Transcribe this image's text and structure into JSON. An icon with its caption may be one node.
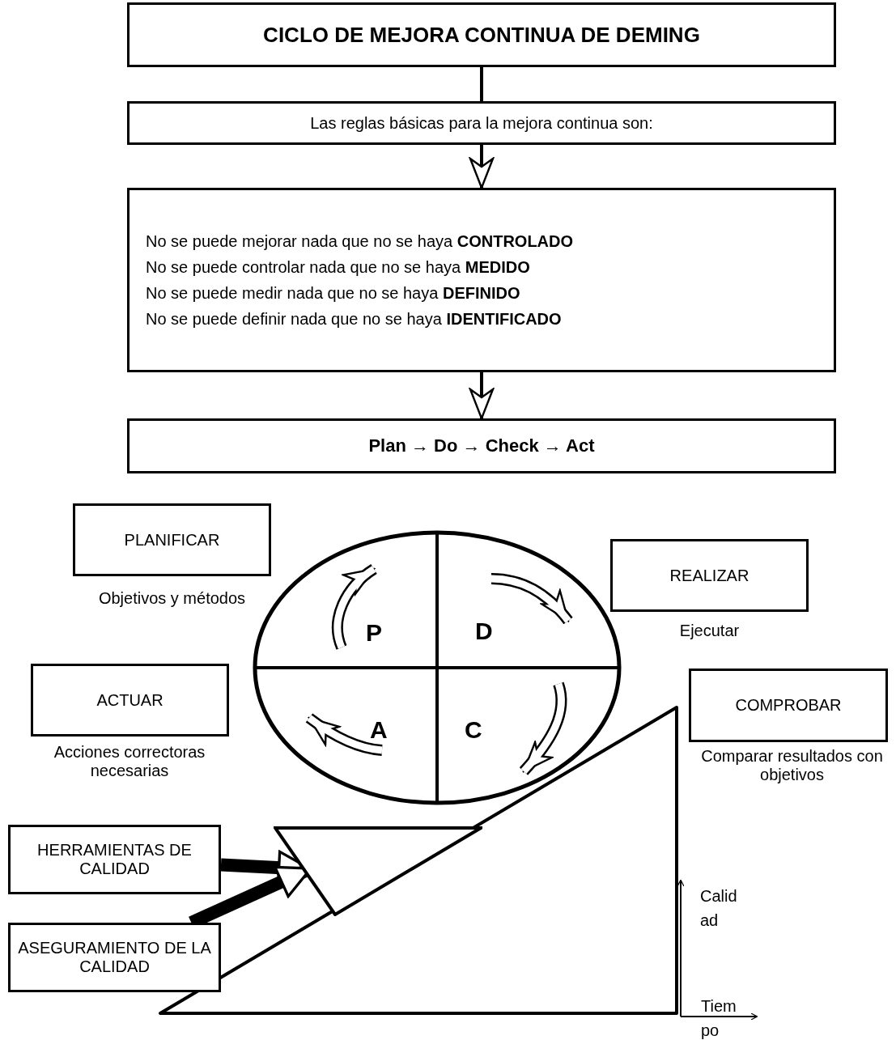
{
  "diagram": {
    "nodes": [
      {
        "text": [
          "CICLO DE MEJORA CONTINUA DE DEMING"
        ]
      },
      {
        "text": [
          "Las reglas básicas para la mejora continua son:"
        ]
      },
      {
        "text": [
          "No se puede mejorar nada que no se haya **CONTROLADO**",
          "No se puede controlar nada que no se haya **MEDIDO**",
          "No se puede medir nada que no se haya **DEFINIDO**",
          "No se puede definir nada que no se haya **IDENTIFICADO**"
        ]
      },
      {
        "text": [
          "Plan → Do → Check → Act"
        ]
      },
      {
        "text": [
          "PLANIFICAR"
        ],
        "beside": [
          "Objetivos y métodos"
        ]
      },
      {
        "text": [
          "REALIZAR"
        ],
        "beside": [
          "Ejecutar"
        ]
      },
      {
        "text": [
          "P",
          "D",
          "A",
          "C"
        ]
      },
      {
        "text": [
          "ACTUAR"
        ],
        "beside": [
          "Acciones correctoras necesarias"
        ]
      },
      {
        "text": [
          "COMPROBAR"
        ],
        "beside": [
          "Comparar resultados con objetivos"
        ]
      },
      {
        "text": [
          "HERRAMIENTAS DE CALIDAD"
        ]
      },
      {
        "text": [
          "ASEGURAMIENTO DE LA CALIDAD"
        ]
      },
      {
        "text": [],
        "shape": "wedge"
      }
    ],
    "edges": [
      {
        "from": 0,
        "to": 1,
        "arrow": "none"
      },
      {
        "from": 1,
        "to": 2,
        "arrow": "to"
      },
      {
        "from": 2,
        "to": 3,
        "arrow": "to"
      },
      {
        "from": 9,
        "to": 11,
        "arrow": "to",
        "style": "thick"
      },
      {
        "from": 10,
        "to": 11,
        "arrow": "to",
        "style": "thick"
      }
    ],
    "labels": [
      "Calid ad",
      "Tiem po"
    ]
  }
}
